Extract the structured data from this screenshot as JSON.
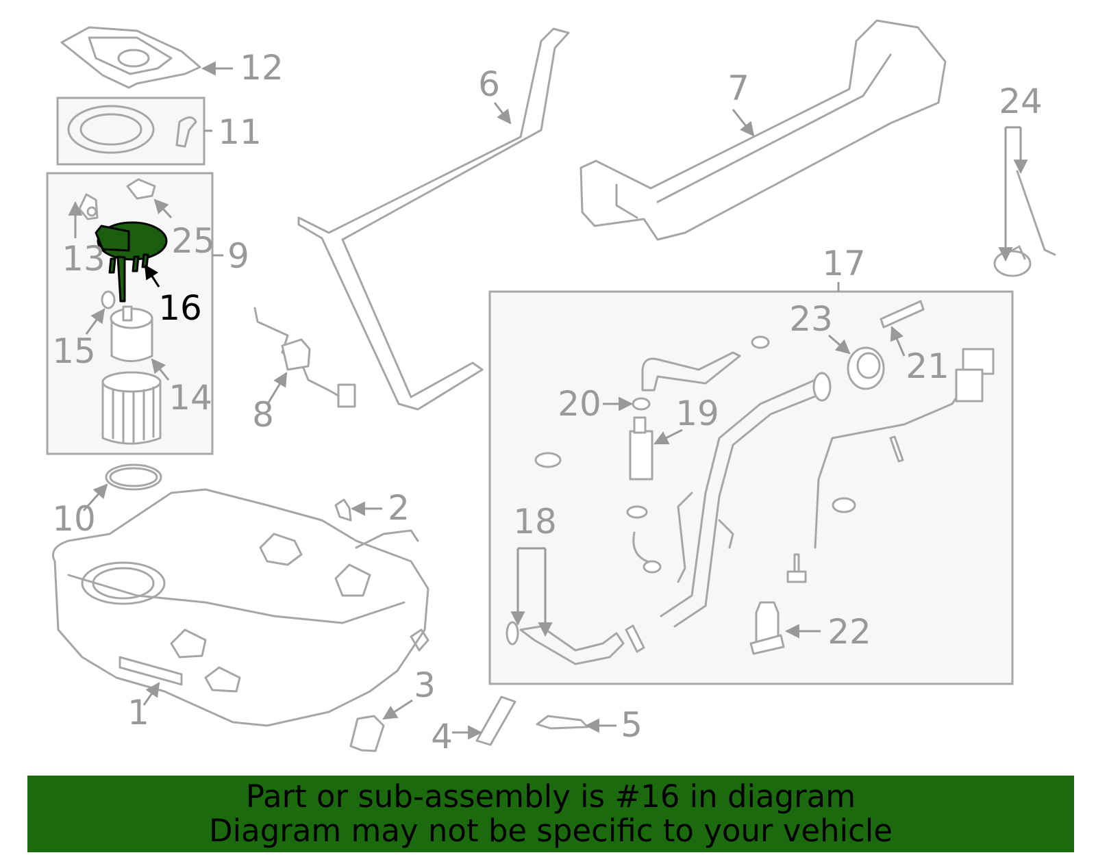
{
  "callouts": {
    "c1": "1",
    "c2": "2",
    "c3": "3",
    "c4": "4",
    "c5": "5",
    "c6": "6",
    "c7": "7",
    "c8": "8",
    "c9": "9",
    "c10": "10",
    "c11": "11",
    "c12": "12",
    "c13": "13",
    "c14": "14",
    "c15": "15",
    "c16": "16",
    "c17": "17",
    "c18": "18",
    "c19": "19",
    "c20": "20",
    "c21": "21",
    "c22": "22",
    "c23": "23",
    "c24": "24",
    "c25": "25"
  },
  "highlighted_part": "16",
  "banner": {
    "line1": "Part or sub-assembly is #16 in diagram",
    "line2": "Diagram may not be specific to your vehicle"
  },
  "colors": {
    "highlight": "#1b5e0f",
    "banner": "#1b6a0e",
    "line_art": "#a6a6a6"
  }
}
